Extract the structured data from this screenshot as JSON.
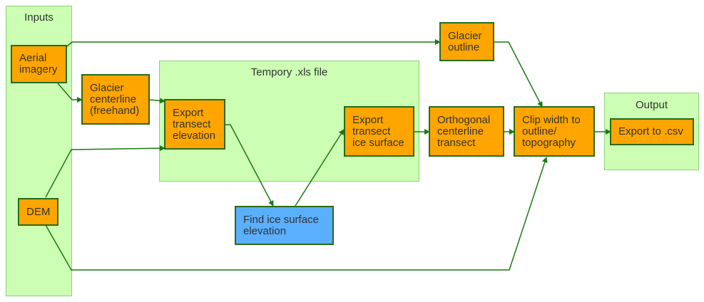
{
  "groups": {
    "inputs": "Inputs",
    "temp": "Tempory .xls file",
    "output": "Output"
  },
  "nodes": {
    "aerial": "Aerial\nimagery",
    "dem": "DEM",
    "centerline": "Glacier\ncenterline\n(freehand)",
    "export_elev": "Export\ntransect\nelevation",
    "find_ice": "Find ice surface\nelevation",
    "export_ice": "Export\ntransect\nice surface",
    "outline": "Glacier\noutline",
    "orthogonal": "Orthogonal\n centerline\ntransect",
    "clip": "Clip width to\noutline/\ntopography",
    "export_csv": "Export to .csv"
  },
  "colors": {
    "process": "#ffa500",
    "highlight": "#5aafff",
    "group": "#ccffb3",
    "edge": "#1a7a10"
  }
}
